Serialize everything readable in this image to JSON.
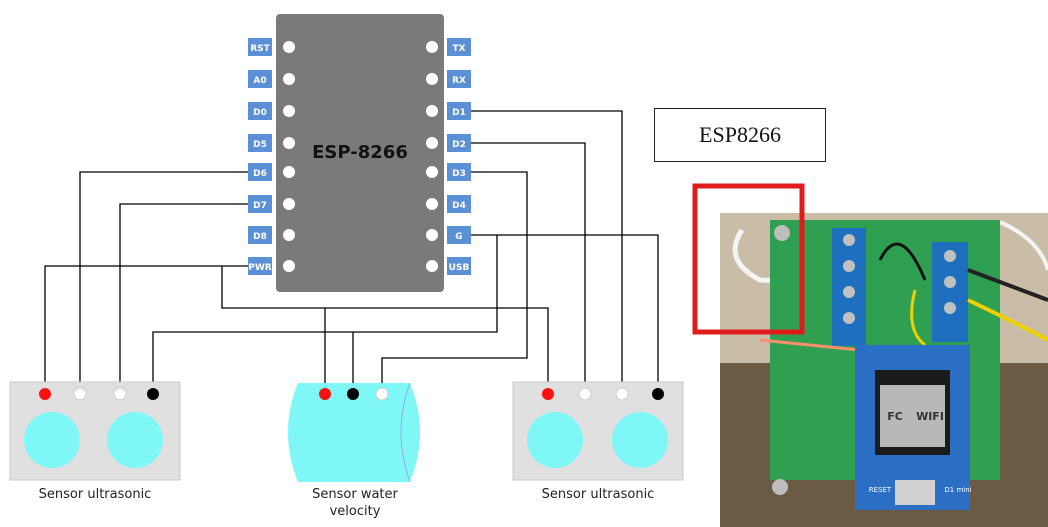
{
  "chip": {
    "title": "ESP-8266",
    "left_pins": [
      "RST",
      "A0",
      "D0",
      "D5",
      "D6",
      "D7",
      "D8",
      "PWR"
    ],
    "right_pins": [
      "TX",
      "RX",
      "D1",
      "D2",
      "D3",
      "D4",
      "G",
      "USB"
    ]
  },
  "board_label": "ESP8266",
  "sensors": {
    "left": "Sensor ultrasonic",
    "middle_line1": "Sensor water",
    "middle_line2": "velocity",
    "right": "Sensor ultrasonic"
  },
  "photo": {
    "module_text_1": "WIFI",
    "module_text_2": "FC",
    "board_marking_1": "RESET",
    "board_marking_2": "D1 mini"
  },
  "colors": {
    "chip": "#7a7a7a",
    "pin_label_bg": "#5b8fd6",
    "wire": "#000000",
    "sensor_box": "#e0e0e0",
    "sensor_eye": "#7ff7f7",
    "highlight": "#e01b1b"
  }
}
